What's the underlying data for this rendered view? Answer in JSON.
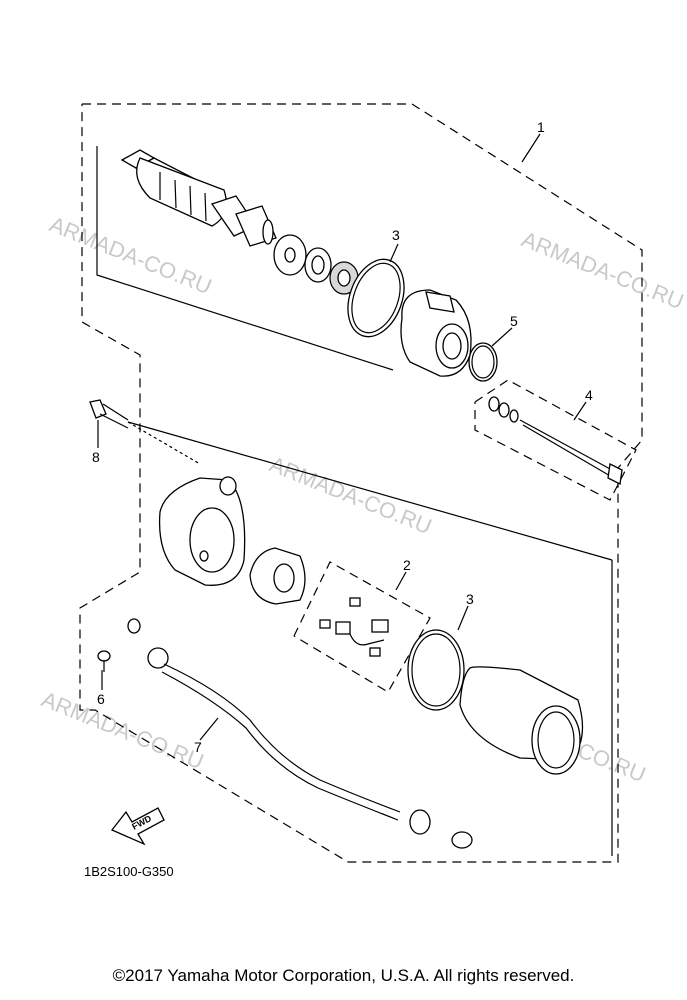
{
  "watermark": "ARMADA-CO.RU",
  "diagram_code": "1B2S100-G350",
  "fwd_label": "FWD",
  "copyright": "©2017 Yamaha Motor Corporation, U.S.A. All rights reserved.",
  "callouts": [
    "1",
    "2",
    "3",
    "3",
    "4",
    "5",
    "6",
    "7",
    "8"
  ]
}
